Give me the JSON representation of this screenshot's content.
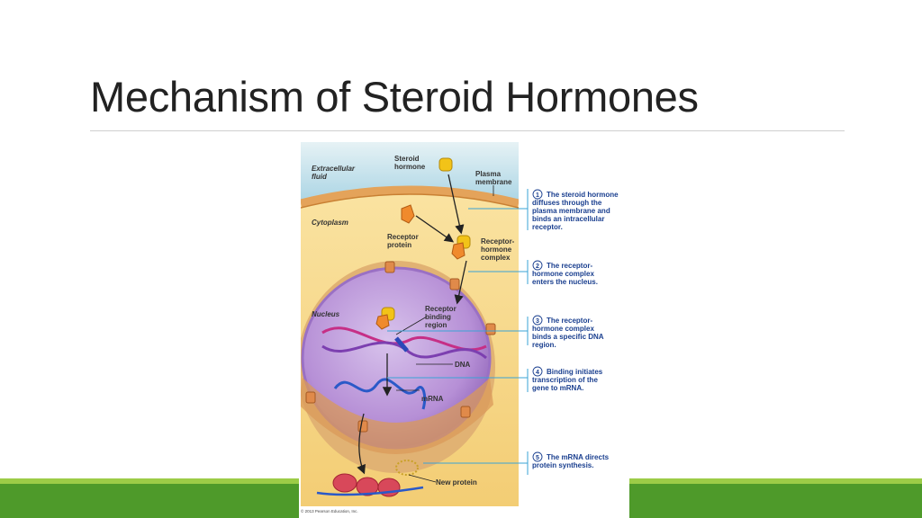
{
  "slide": {
    "title": "Mechanism of Steroid Hormones"
  },
  "figure": {
    "region_labels": {
      "extracellular": [
        "Extracellular",
        "fluid"
      ],
      "cytoplasm": "Cytoplasm",
      "nucleus": "Nucleus"
    },
    "part_labels": {
      "steroid_hormone": [
        "Steroid",
        "hormone"
      ],
      "plasma_membrane": [
        "Plasma",
        "membrane"
      ],
      "receptor_protein": [
        "Receptor",
        "protein"
      ],
      "receptor_hormone_complex": [
        "Receptor-",
        "hormone",
        "complex"
      ],
      "receptor_binding_region": [
        "Receptor",
        "binding",
        "region"
      ],
      "dna": "DNA",
      "mrna": "mRNA",
      "new_protein": "New protein"
    },
    "steps": [
      {
        "number": "1",
        "lines": [
          "The steroid hormone",
          "diffuses through the",
          "plasma membrane and",
          "binds an intracellular",
          "receptor."
        ]
      },
      {
        "number": "2",
        "lines": [
          "The receptor-",
          "hormone complex",
          "enters the nucleus."
        ]
      },
      {
        "number": "3",
        "lines": [
          "The receptor-",
          "hormone complex",
          "binds a specific DNA",
          "region."
        ]
      },
      {
        "number": "4",
        "lines": [
          "Binding initiates",
          "transcription of the",
          "gene to mRNA."
        ]
      },
      {
        "number": "5",
        "lines": [
          "The mRNA directs",
          "protein synthesis."
        ]
      }
    ],
    "copyright": "© 2013 Pearson Education, Inc.",
    "colors": {
      "extracellular_fluid": "#cfe7ef",
      "membrane": "#e8a85a",
      "cytoplasm": "#f6d889",
      "nucleus": "#b58ed4",
      "callout_line": "#3aa3d6",
      "step_text": "#1a3f8f",
      "hormone": "#f2c318",
      "receptor": "#f08a2c"
    }
  }
}
